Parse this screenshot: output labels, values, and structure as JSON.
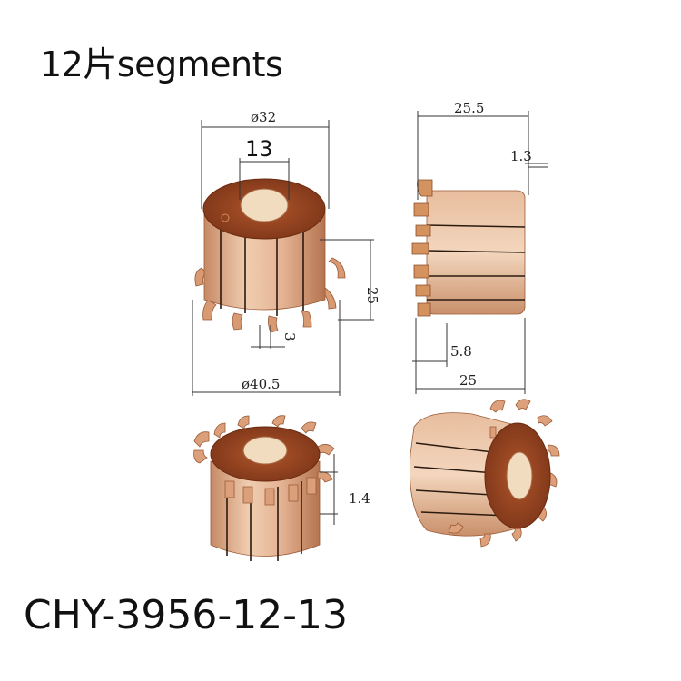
{
  "title": "12片segments",
  "model": "CHY-3956-12-13",
  "dimensions": {
    "outer_diameter": "ø32",
    "bore": "13",
    "height": "25",
    "hook_width": "3",
    "hook_span": "ø40.5",
    "total_length": "25.5",
    "hook_thickness": "1.3",
    "hook_length": "5.8",
    "body_length": "25",
    "hook_gap": "1.4"
  },
  "colors": {
    "copper": "#d9a47f",
    "copper_dark": "#a86a45",
    "insulator": "#8a3d1e",
    "bore": "#f2dcc0",
    "line": "#333333"
  }
}
